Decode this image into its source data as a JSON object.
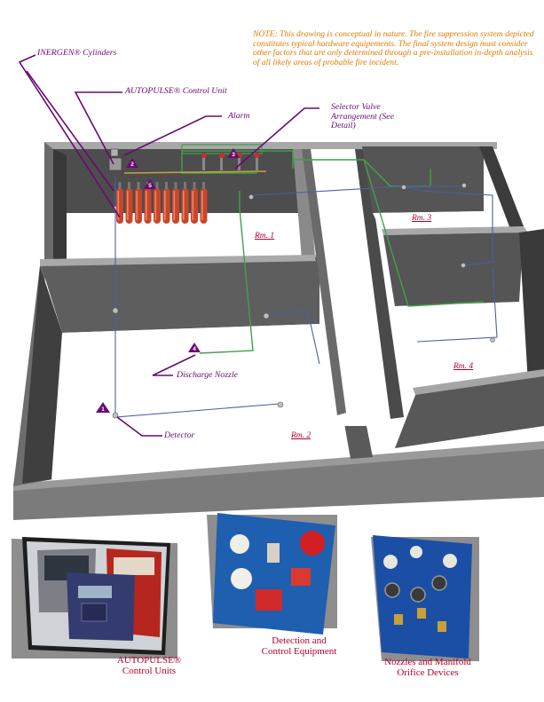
{
  "note": "NOTE: This drawing is conceptual in nature. The fire suppression system depicted constitutes typical hardware equipements. The final system design must consider other factors that are only determined through a pre-installation in-depth analysis of all likely areas of probable fire incident.",
  "callouts": {
    "cylinders": "INERGEN® Cylinders",
    "control_unit": "AUTOPULSE® Control Unit",
    "alarm": "Alarm",
    "selector_valve": "Selector Valve Arrangement (See Detail)",
    "discharge_nozzle": "Discharge Nozzle",
    "detector": "Detector"
  },
  "markers": {
    "detector": "1",
    "control_unit": "2",
    "selector_valve": "3",
    "discharge_nozzle": "4",
    "cylinders": "5"
  },
  "rooms": {
    "rm1": "Rm. 1",
    "rm2": "Rm. 2",
    "rm3": "Rm. 3",
    "rm4": "Rm. 4"
  },
  "captions": {
    "control_units": "AUTOPULSE® Control Units",
    "detection": "Detection and Control Equipment",
    "nozzles": "Nozzles and Manifold Orifice Devices"
  },
  "colors": {
    "callout": "#6a0a72",
    "note": "#e07b00",
    "caption": "#b3002a",
    "wall": "#5a5a5a",
    "floor": "#ffffff",
    "pipe_green": "#3fa24a",
    "pipe_blue": "#4b5fa8",
    "cylinder": "#c8462a"
  }
}
